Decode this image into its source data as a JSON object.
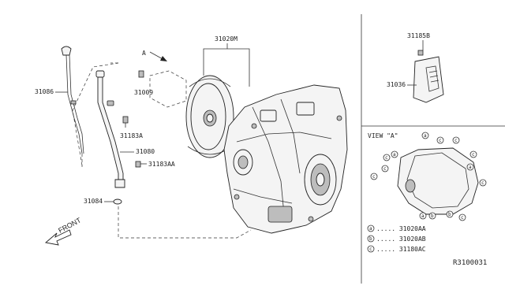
{
  "labels": {
    "p31020m": "31020M",
    "p31009": "31009",
    "p31086": "31086",
    "p31183a": "31183A",
    "p31080": "31080",
    "p31183aa": "31183AA",
    "p31084": "31084",
    "p3185b": "31185B",
    "p31036": "31036",
    "view_marker": "A"
  },
  "view_a": {
    "title": "VIEW \"A\"",
    "callout_letters": [
      "a",
      "c",
      "c",
      "c",
      "c",
      "c",
      "a",
      "c",
      "a",
      "b",
      "b",
      "c",
      "a",
      "c"
    ]
  },
  "legend": [
    {
      "letter": "a",
      "text": "..... 31020AA"
    },
    {
      "letter": "b",
      "text": "..... 31020AB"
    },
    {
      "letter": "c",
      "text": "..... 31180AC"
    }
  ],
  "front_label": "FRONT",
  "reference_code": "R3100031",
  "icons": {
    "front_arrow": "front-arrow-icon",
    "view_arrow": "view-arrow-icon"
  }
}
